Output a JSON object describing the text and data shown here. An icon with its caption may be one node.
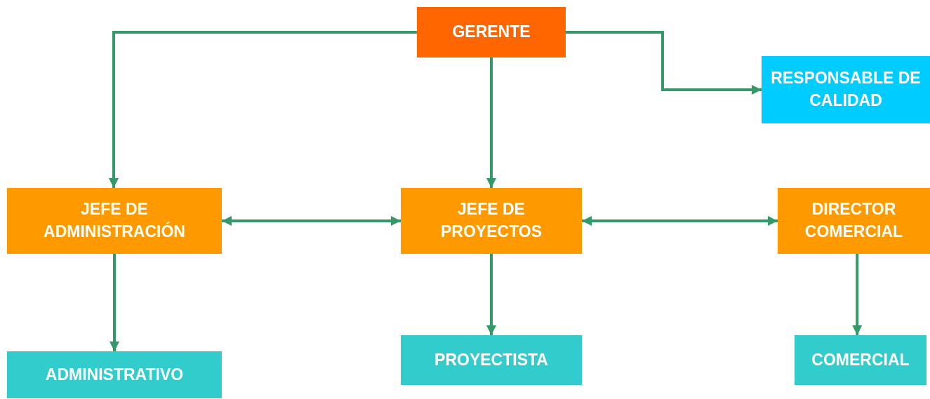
{
  "diagram": {
    "nodes": [
      {
        "text": [
          "GERENTE"
        ]
      },
      {
        "text": [
          "RESPONSABLE DE CALIDAD"
        ]
      },
      {
        "text": [
          "JEFE DE ADMINISTRACIÓN"
        ]
      },
      {
        "text": [
          "JEFE DE PROYECTOS"
        ]
      },
      {
        "text": [
          "DIRECTOR COMERCIAL"
        ]
      },
      {
        "text": [
          "ADMINISTRATIVO"
        ]
      },
      {
        "text": [
          "PROYECTISTA"
        ]
      },
      {
        "text": [
          "COMERCIAL"
        ]
      }
    ],
    "edges": [
      {
        "from": 0,
        "to": 2,
        "arrow": "to"
      },
      {
        "from": 0,
        "to": 3,
        "arrow": "to"
      },
      {
        "from": 0,
        "to": 1,
        "arrow": "to"
      },
      {
        "from": 2,
        "to": 3,
        "arrow": "both"
      },
      {
        "from": 3,
        "to": 4,
        "arrow": "both"
      },
      {
        "from": 2,
        "to": 5,
        "arrow": "to"
      },
      {
        "from": 3,
        "to": 6,
        "arrow": "to"
      },
      {
        "from": 4,
        "to": 7,
        "arrow": "to"
      }
    ]
  }
}
